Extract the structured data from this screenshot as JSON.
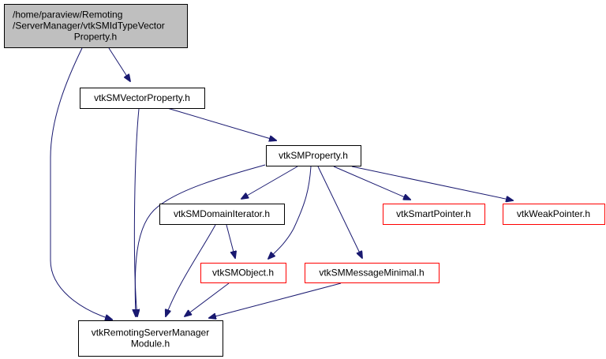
{
  "diagram": {
    "title": "Include dependency graph for vtkSMIdTypeVectorProperty.h",
    "colors": {
      "edge": "#191970",
      "root_fill": "#bfbfbf",
      "root_border": "#000000",
      "node_fill": "#ffffff",
      "documented_border": "#000000",
      "undocumented_border": "#ff0000"
    },
    "nodes": [
      {
        "id": "root",
        "lines": [
          "/home/paraview/Remoting",
          "/ServerManager/vtkSMIdTypeVector",
          "Property.h"
        ],
        "kind": "root"
      },
      {
        "id": "vector_property",
        "lines": [
          "vtkSMVectorProperty.h"
        ],
        "kind": "documented"
      },
      {
        "id": "property",
        "lines": [
          "vtkSMProperty.h"
        ],
        "kind": "documented"
      },
      {
        "id": "domain_iterator",
        "lines": [
          "vtkSMDomainIterator.h"
        ],
        "kind": "documented"
      },
      {
        "id": "smart_pointer",
        "lines": [
          "vtkSmartPointer.h"
        ],
        "kind": "undocumented"
      },
      {
        "id": "weak_pointer",
        "lines": [
          "vtkWeakPointer.h"
        ],
        "kind": "undocumented"
      },
      {
        "id": "sm_object",
        "lines": [
          "vtkSMObject.h"
        ],
        "kind": "undocumented"
      },
      {
        "id": "message_minimal",
        "lines": [
          "vtkSMMessageMinimal.h"
        ],
        "kind": "undocumented"
      },
      {
        "id": "module",
        "lines": [
          "vtkRemotingServerManager",
          "Module.h"
        ],
        "kind": "documented"
      }
    ],
    "edges": [
      {
        "from": "root",
        "to": "vector_property"
      },
      {
        "from": "root",
        "to": "module"
      },
      {
        "from": "vector_property",
        "to": "property"
      },
      {
        "from": "vector_property",
        "to": "module"
      },
      {
        "from": "property",
        "to": "module"
      },
      {
        "from": "property",
        "to": "domain_iterator"
      },
      {
        "from": "property",
        "to": "sm_object"
      },
      {
        "from": "property",
        "to": "message_minimal"
      },
      {
        "from": "property",
        "to": "smart_pointer"
      },
      {
        "from": "property",
        "to": "weak_pointer"
      },
      {
        "from": "domain_iterator",
        "to": "module"
      },
      {
        "from": "domain_iterator",
        "to": "sm_object"
      },
      {
        "from": "sm_object",
        "to": "module"
      },
      {
        "from": "message_minimal",
        "to": "module"
      }
    ]
  }
}
